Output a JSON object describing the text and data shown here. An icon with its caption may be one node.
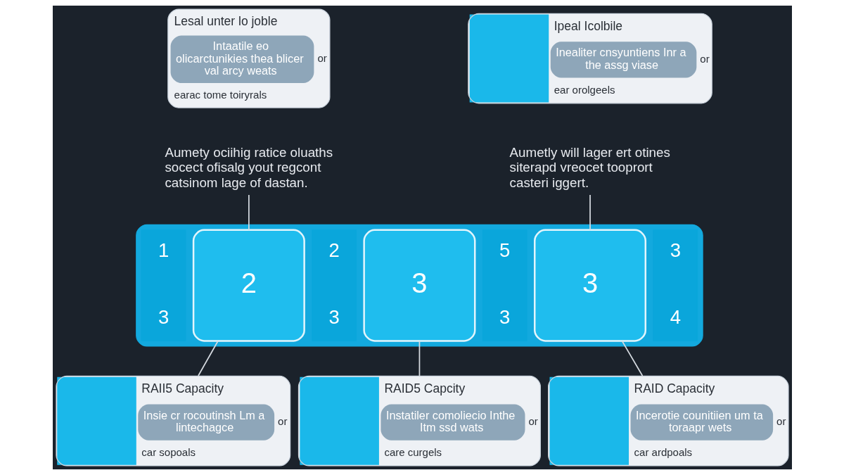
{
  "diagram": {
    "nodes": [
      {
        "text": [
          "Lesal unter lo joble",
          "Intaatile eo olicarctunikies thea blicer val arcy weats",
          "or",
          "earac tome toiryrals"
        ]
      },
      {
        "text": [
          "Ipeal Icolbile",
          "Inealiter cnsyuntiens Inr a the assg viase",
          "or",
          "ear orolgeels"
        ]
      },
      {
        "text": [
          "Aumety ociihig ratice oluaths socect ofisalg yout regcont catsinom lage of dastan."
        ]
      },
      {
        "text": [
          "Aumetly will lager ert otines siterapd vreocet tooprort casteri iggert."
        ]
      },
      {
        "text": [],
        "shape": "bar"
      },
      {
        "text": [
          "1",
          "3"
        ],
        "in": 4
      },
      {
        "text": [
          "2"
        ],
        "in": 4
      },
      {
        "text": [
          "2",
          "3"
        ],
        "in": 4
      },
      {
        "text": [
          "3"
        ],
        "in": 4
      },
      {
        "text": [
          "5",
          "3"
        ],
        "in": 4
      },
      {
        "text": [
          "3"
        ],
        "in": 4
      },
      {
        "text": [
          "3",
          "4"
        ],
        "in": 4
      },
      {
        "text": [
          "RAII5 Capacity",
          "Insie cr rocoutinsh Lm a lintechagce",
          "or",
          "car sopoals"
        ]
      },
      {
        "text": [
          "RAID5 Capcity",
          "Instatiler comoliecio Inthe Itm ssd wats",
          "or",
          "care curgels"
        ]
      },
      {
        "text": [
          "RAID Capacity",
          "Incerotie counitiien um ta toraapr wets",
          "or",
          "car ardpoals"
        ]
      }
    ],
    "edges": [
      {
        "from": 2,
        "to": 6,
        "arrow": "none"
      },
      {
        "from": 3,
        "to": 10,
        "arrow": "none"
      },
      {
        "from": 6,
        "to": 12,
        "arrow": "none"
      },
      {
        "from": 8,
        "to": 13,
        "arrow": "none"
      },
      {
        "from": 10,
        "to": 14,
        "arrow": "none"
      }
    ]
  }
}
